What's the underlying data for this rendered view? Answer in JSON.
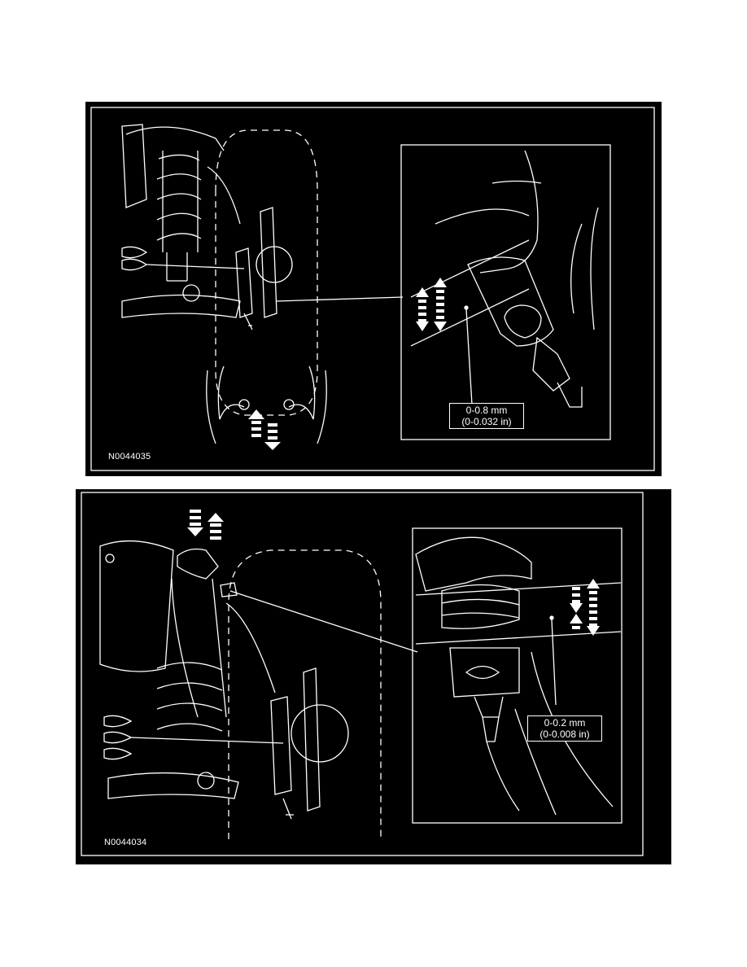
{
  "figures": [
    {
      "id": "N0044035",
      "callout_line1": "0-0.8 mm",
      "callout_line2": "(0-0.032 in)"
    },
    {
      "id": "N0044034",
      "callout_line1": "0-0.2 mm",
      "callout_line2": "(0-0.008 in)"
    }
  ],
  "colors": {
    "background": "#000000",
    "line_art": "#ffffff",
    "page": "#ffffff"
  }
}
